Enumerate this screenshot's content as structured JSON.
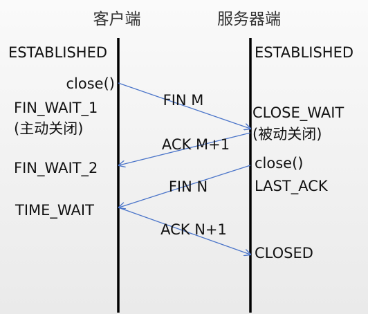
{
  "client": {
    "title": "客户端",
    "states": [
      "ESTABLISHED",
      "close()",
      "FIN_WAIT_1",
      "(主动关闭)",
      "FIN_WAIT_2",
      "TIME_WAIT"
    ]
  },
  "server": {
    "title": "服务器端",
    "states": [
      "ESTABLISHED",
      "CLOSE_WAIT",
      "(被动关闭)",
      "close()",
      "LAST_ACK",
      "CLOSED"
    ]
  },
  "messages": [
    {
      "from": "client",
      "to": "server",
      "label": "FIN M"
    },
    {
      "from": "server",
      "to": "client",
      "label": "ACK M+1"
    },
    {
      "from": "server",
      "to": "client",
      "label": "FIN N"
    },
    {
      "from": "client",
      "to": "server",
      "label": "ACK N+1"
    }
  ],
  "colors": {
    "lifeline": "#000000",
    "arrow": "#4a74c9",
    "text": "#111111"
  }
}
